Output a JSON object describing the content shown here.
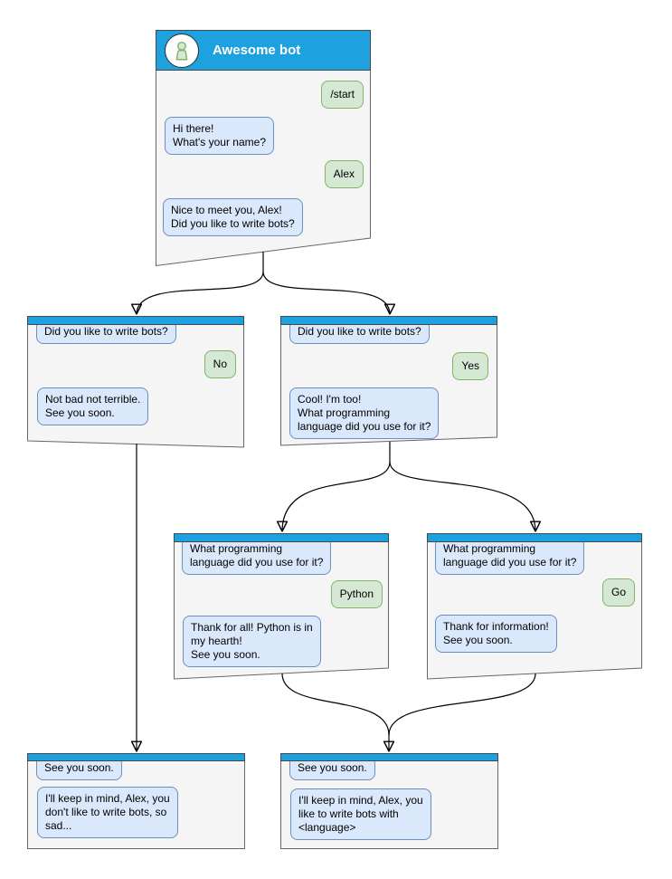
{
  "colors": {
    "header_blue": "#1da1df",
    "node_fill": "#f5f5f5",
    "node_stroke": "#666666",
    "bot_bubble_fill": "#dae8fc",
    "bot_bubble_stroke": "#6c8ebf",
    "user_bubble_fill": "#d5e8d4",
    "user_bubble_stroke": "#82b366"
  },
  "nodes": {
    "start": {
      "header": "Awesome bot",
      "m1": "/start",
      "m2": "Hi there!\nWhat's your name?",
      "m3": "Alex",
      "m4": "Nice to meet you, Alex!\nDid you like to write bots?"
    },
    "no": {
      "m1": "Did you like to write bots?",
      "m2": "No",
      "m3": "Not bad not terrible.\nSee you soon."
    },
    "yes": {
      "m1": "Did you like to write bots?",
      "m2": "Yes",
      "m3": "Cool! I'm too!\nWhat programming\nlanguage did you use for it?"
    },
    "python": {
      "m1": "What programming\nlanguage did you use for it?",
      "m2": "Python",
      "m3": "Thank for all! Python is in\nmy hearth!\nSee you soon."
    },
    "go": {
      "m1": "What programming\nlanguage did you use for it?",
      "m2": "Go",
      "m3": "Thank for information!\nSee you soon."
    },
    "end_no": {
      "m1": "See you soon.",
      "m2": "I'll keep in mind, Alex, you\ndon't like to write bots, so\nsad..."
    },
    "end_yes": {
      "m1": "See you soon.",
      "m2": "I'll keep in mind, Alex, you\nlike to write bots with\n<language>"
    }
  },
  "edges": [
    {
      "from": "start",
      "to": "no"
    },
    {
      "from": "start",
      "to": "yes"
    },
    {
      "from": "no",
      "to": "end_no"
    },
    {
      "from": "yes",
      "to": "python"
    },
    {
      "from": "yes",
      "to": "go"
    },
    {
      "from": "python",
      "to": "end_yes"
    },
    {
      "from": "go",
      "to": "end_yes"
    }
  ]
}
